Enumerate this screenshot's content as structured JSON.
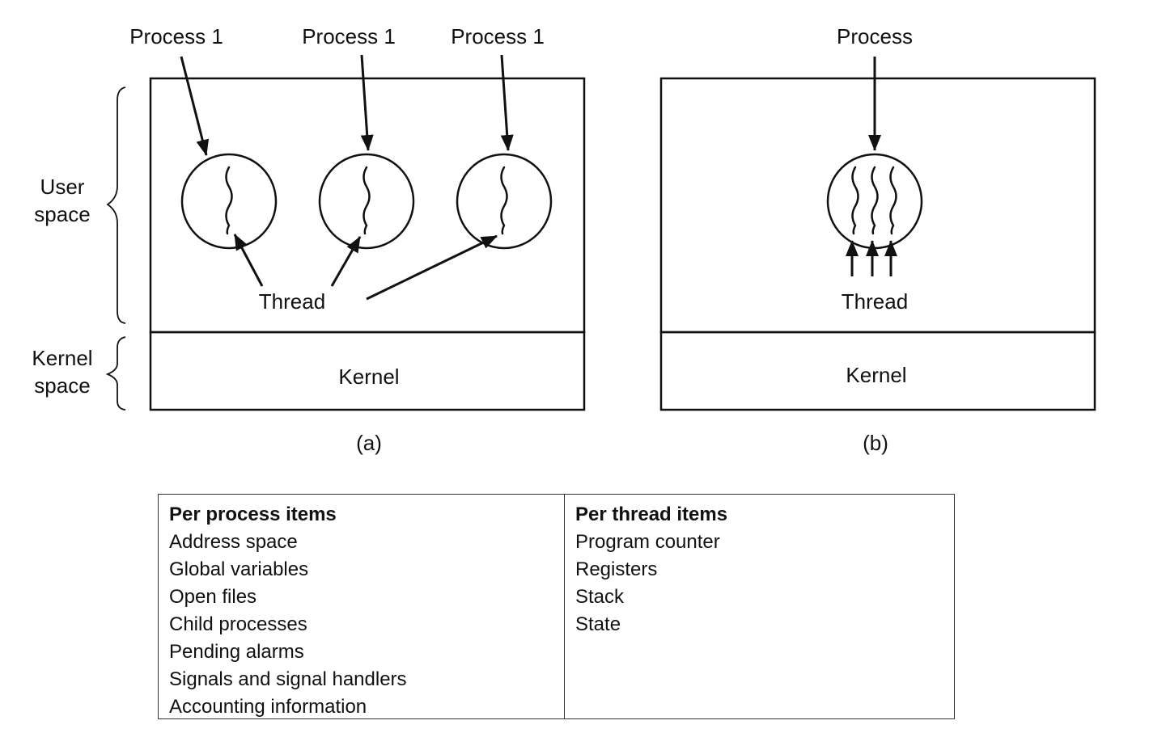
{
  "figure_a": {
    "process_labels": [
      "Process 1",
      "Process 1",
      "Process 1"
    ],
    "thread_label": "Thread",
    "kernel_label": "Kernel",
    "caption": "(a)"
  },
  "figure_b": {
    "process_label": "Process",
    "thread_label": "Thread",
    "kernel_label": "Kernel",
    "caption": "(b)"
  },
  "side_labels": {
    "user_space": [
      "User",
      "space"
    ],
    "kernel_space": [
      "Kernel",
      "space"
    ]
  },
  "table": {
    "per_process": {
      "header": "Per process items",
      "items": [
        "Address space",
        "Global variables",
        "Open files",
        "Child processes",
        "Pending alarms",
        "Signals and signal handlers",
        "Accounting information"
      ]
    },
    "per_thread": {
      "header": "Per thread items",
      "items": [
        "Program counter",
        "Registers",
        "Stack",
        "State"
      ]
    }
  }
}
